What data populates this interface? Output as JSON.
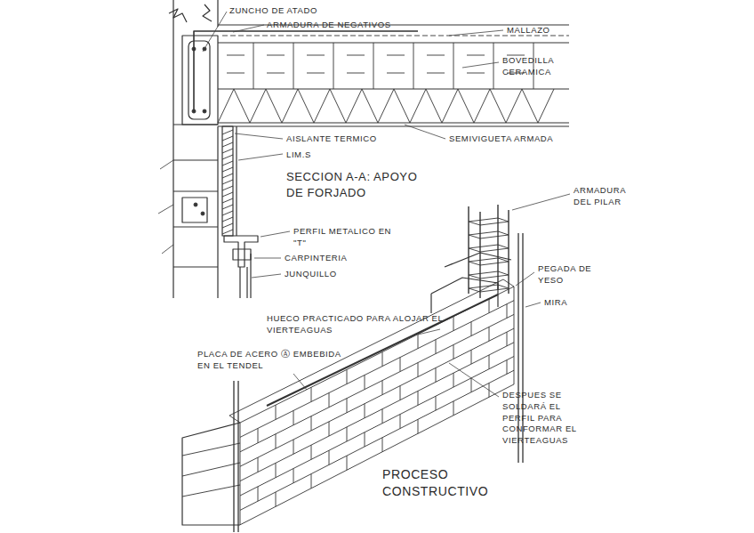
{
  "diagram": {
    "labels": [
      "ZUNCHO DE ATADO",
      "ARMADURA DE NEGATIVOS",
      "MALLAZO",
      "BOVEDILLA CERAMICA",
      "AISLANTE TERMICO",
      "LIM.S",
      "SEMIVIGUETA ARMADA",
      "SECCION A-A: APOYO DE FORJADO",
      "PERFIL METALICO EN \"T\"",
      "CARPINTERIA",
      "JUNQUILLO",
      "ARMADURA DEL PILAR",
      "PEGADA DE YESO",
      "MIRA",
      "HUECO PRACTICADO PARA ALOJAR EL VIERTEAGUAS",
      "PLACA DE ACERO Ⓐ EMBEBIDA EN EL TENDEL",
      "DESPUES SE SOLDARÁ EL PERFIL PARA CONFORMAR EL VIERTEAGUAS",
      "PROCESO CONSTRUCTIVO"
    ]
  }
}
